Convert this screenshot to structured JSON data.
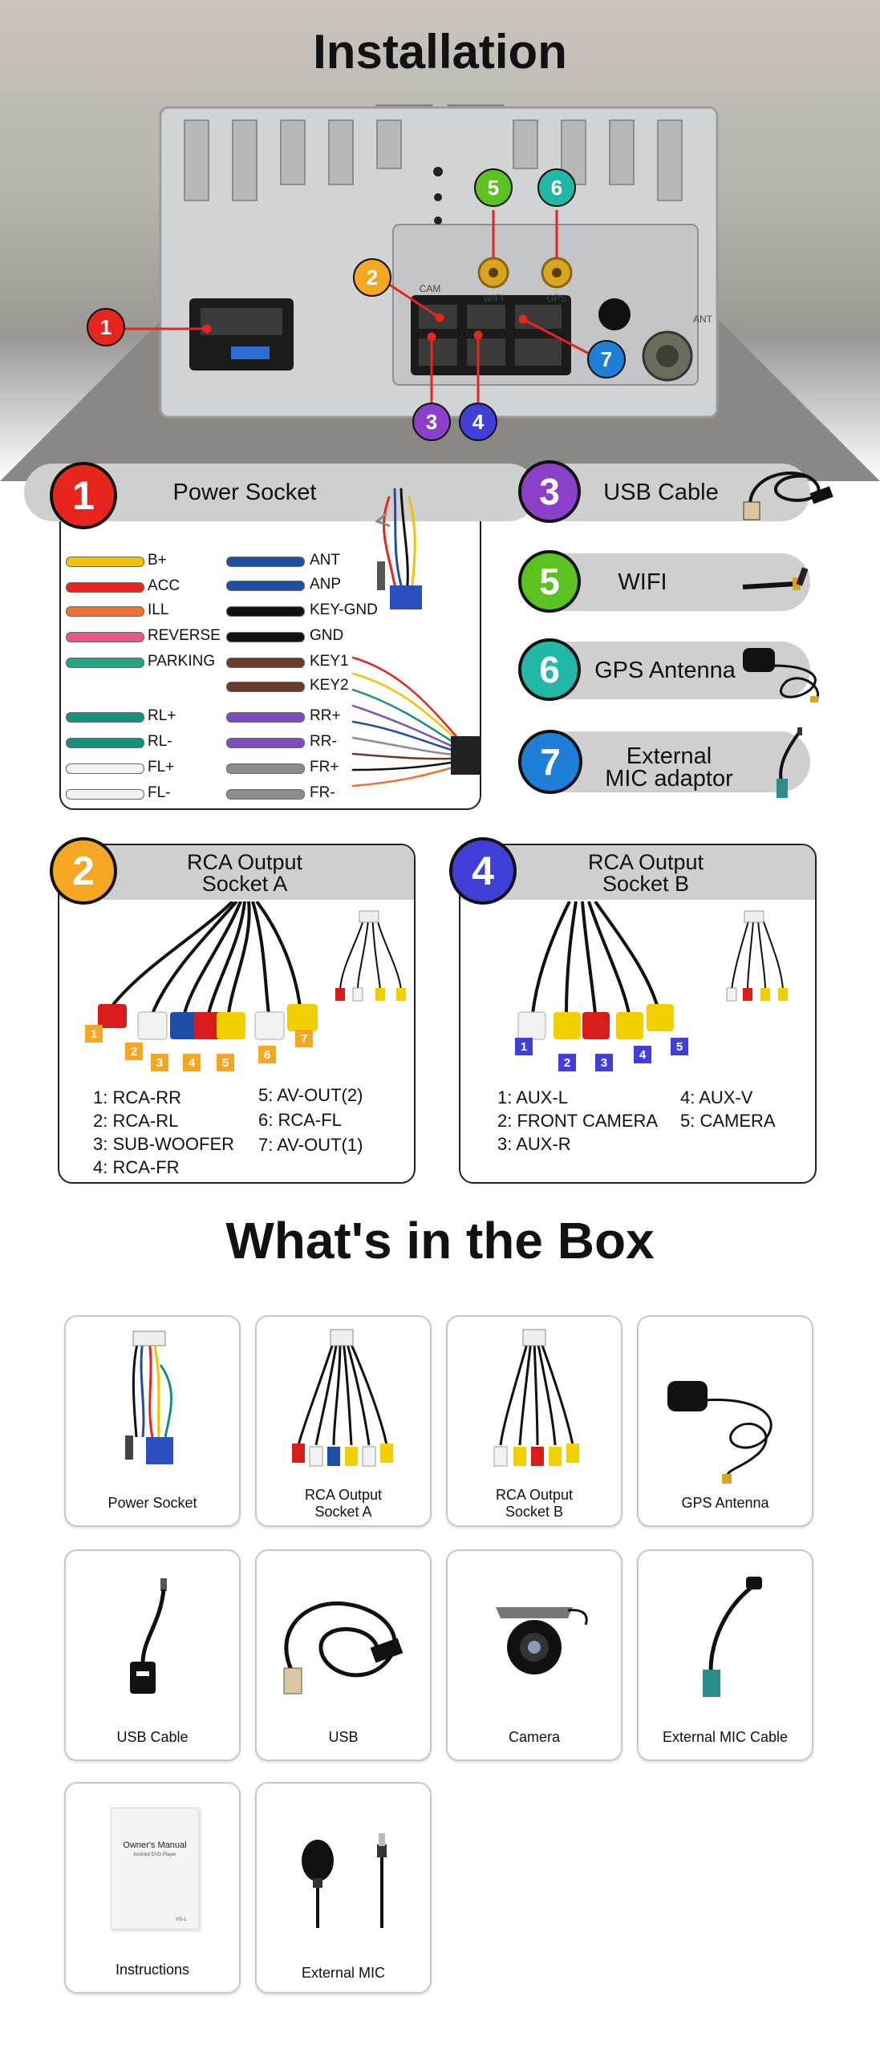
{
  "titles": {
    "installation": "Installation",
    "whats_in_box": "What's in the Box"
  },
  "unit_labels": {
    "port5": "WIFI",
    "port6": "GPS",
    "ant": "ANT",
    "cam": "CAM"
  },
  "callouts": [
    "1",
    "2",
    "3",
    "4",
    "5",
    "6",
    "7"
  ],
  "colors": {
    "c1": "#e8251c",
    "c2": "#f5a623",
    "c3": "#8c3fc8",
    "c4": "#4040d8",
    "c5": "#5cc21f",
    "c6": "#22b8a8",
    "c7": "#1f7fd6"
  },
  "power": {
    "number": "1",
    "title": "Power Socket",
    "left_wires": [
      {
        "label": "B+",
        "color": "#f2c200"
      },
      {
        "label": "ACC",
        "color": "#e8251c"
      },
      {
        "label": "ILL",
        "color": "#f07030"
      },
      {
        "label": "REVERSE",
        "color": "#e85880"
      },
      {
        "label": "PARKING",
        "color": "#25a383"
      },
      {
        "label": "RL+",
        "color": "#16907a"
      },
      {
        "label": "RL-",
        "color": "#16907a"
      },
      {
        "label": "FL+",
        "color": "#f4f4f4"
      },
      {
        "label": "FL-",
        "color": "#f4f4f4"
      }
    ],
    "right_wires": [
      {
        "label": "ANT",
        "color": "#1f4ea8"
      },
      {
        "label": "ANP",
        "color": "#1f4ea8"
      },
      {
        "label": "KEY-GND",
        "color": "#111111"
      },
      {
        "label": "GND",
        "color": "#111111"
      },
      {
        "label": "KEY1",
        "color": "#6b3a28"
      },
      {
        "label": "KEY2",
        "color": "#6b3a28"
      },
      {
        "label": "RR+",
        "color": "#7d4bc0"
      },
      {
        "label": "RR-",
        "color": "#7d4bc0"
      },
      {
        "label": "FR+",
        "color": "#8c8c8c"
      },
      {
        "label": "FR-",
        "color": "#8c8c8c"
      }
    ]
  },
  "side_items": [
    {
      "number": "3",
      "label": "USB Cable",
      "icon": "usb-cable-icon"
    },
    {
      "number": "5",
      "label": "WIFI",
      "icon": "wifi-antenna-icon"
    },
    {
      "number": "6",
      "label": "GPS Antenna",
      "icon": "gps-antenna-icon"
    },
    {
      "number": "7",
      "label_l1": "External",
      "label_l2": "MIC adaptor",
      "icon": "mic-adaptor-icon"
    }
  ],
  "rca_a": {
    "number": "2",
    "title_l1": "RCA Output",
    "title_l2": "Socket A",
    "tags": [
      "1",
      "2",
      "3",
      "4",
      "5",
      "6",
      "7"
    ],
    "col1": [
      "1: RCA-RR",
      "2: RCA-RL",
      "3: SUB-WOOFER",
      "4: RCA-FR"
    ],
    "col2": [
      "5: AV-OUT(2)",
      "6: RCA-FL",
      "7: AV-OUT(1)"
    ]
  },
  "rca_b": {
    "number": "4",
    "title_l1": "RCA Output",
    "title_l2": "Socket B",
    "tags": [
      "1",
      "2",
      "3",
      "4",
      "5"
    ],
    "col1": [
      "1: AUX-L",
      "2: FRONT CAMERA",
      "3: AUX-R"
    ],
    "col2": [
      "4: AUX-V",
      "5: CAMERA"
    ]
  },
  "box_items": [
    {
      "label": "Power Socket",
      "icon": "power-harness-icon"
    },
    {
      "label_l1": "RCA Output",
      "label_l2": "Socket A",
      "icon": "rca-a-icon"
    },
    {
      "label_l1": "RCA Output",
      "label_l2": "Socket B",
      "icon": "rca-b-icon"
    },
    {
      "label": "GPS Antenna",
      "icon": "gps-antenna-icon"
    },
    {
      "label": "USB Cable",
      "icon": "usb-adapter-icon"
    },
    {
      "label": "USB",
      "icon": "usb-extension-icon"
    },
    {
      "label": "Camera",
      "icon": "camera-icon"
    },
    {
      "label": "External MIC Cable",
      "icon": "mic-cable-icon"
    },
    {
      "label": "Instructions",
      "icon": "manual-icon",
      "manual_title": "Owner's Manual",
      "manual_sub": "Android DVD Player",
      "manual_code": "VS-1"
    },
    {
      "label": "External MIC",
      "icon": "microphone-icon"
    }
  ]
}
